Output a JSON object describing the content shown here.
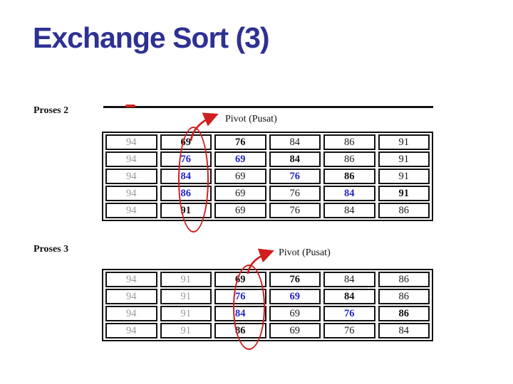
{
  "slide": {
    "title": "Exchange Sort (3)"
  },
  "colors": {
    "title_navy": "#2e3192",
    "annotation_red": "#cf1f1f",
    "number_black": "#1a1a1a",
    "number_blue": "#2424c8",
    "number_gray": "#9a9a9a",
    "border_black": "#111111",
    "background": "#ffffff"
  },
  "style_codes": {
    "g": "gray",
    "n": "black",
    "nb": "black-bold",
    "bb": "blue-bold"
  },
  "sections": [
    {
      "label": "Proses 2",
      "pivot_label": "Pivot (Pusat)",
      "pivot_column_index": 1,
      "rows": [
        [
          {
            "v": "94",
            "s": "g"
          },
          {
            "v": "69",
            "s": "nb"
          },
          {
            "v": "76",
            "s": "nb"
          },
          {
            "v": "84",
            "s": "n"
          },
          {
            "v": "86",
            "s": "n"
          },
          {
            "v": "91",
            "s": "n"
          }
        ],
        [
          {
            "v": "94",
            "s": "g"
          },
          {
            "v": "76",
            "s": "bb"
          },
          {
            "v": "69",
            "s": "bb"
          },
          {
            "v": "84",
            "s": "nb"
          },
          {
            "v": "86",
            "s": "n"
          },
          {
            "v": "91",
            "s": "n"
          }
        ],
        [
          {
            "v": "94",
            "s": "g"
          },
          {
            "v": "84",
            "s": "bb"
          },
          {
            "v": "69",
            "s": "n"
          },
          {
            "v": "76",
            "s": "bb"
          },
          {
            "v": "86",
            "s": "nb"
          },
          {
            "v": "91",
            "s": "n"
          }
        ],
        [
          {
            "v": "94",
            "s": "g"
          },
          {
            "v": "86",
            "s": "bb"
          },
          {
            "v": "69",
            "s": "n"
          },
          {
            "v": "76",
            "s": "n"
          },
          {
            "v": "84",
            "s": "bb"
          },
          {
            "v": "91",
            "s": "nb"
          }
        ],
        [
          {
            "v": "94",
            "s": "g"
          },
          {
            "v": "91",
            "s": "nb"
          },
          {
            "v": "69",
            "s": "n"
          },
          {
            "v": "76",
            "s": "n"
          },
          {
            "v": "84",
            "s": "n"
          },
          {
            "v": "86",
            "s": "n"
          }
        ]
      ]
    },
    {
      "label": "Proses 3",
      "pivot_label": "Pivot (Pusat)",
      "pivot_column_index": 2,
      "rows": [
        [
          {
            "v": "94",
            "s": "g"
          },
          {
            "v": "91",
            "s": "g"
          },
          {
            "v": "69",
            "s": "nb"
          },
          {
            "v": "76",
            "s": "nb"
          },
          {
            "v": "84",
            "s": "n"
          },
          {
            "v": "86",
            "s": "n"
          }
        ],
        [
          {
            "v": "94",
            "s": "g"
          },
          {
            "v": "91",
            "s": "g"
          },
          {
            "v": "76",
            "s": "bb"
          },
          {
            "v": "69",
            "s": "bb"
          },
          {
            "v": "84",
            "s": "nb"
          },
          {
            "v": "86",
            "s": "n"
          }
        ],
        [
          {
            "v": "94",
            "s": "g"
          },
          {
            "v": "91",
            "s": "g"
          },
          {
            "v": "84",
            "s": "bb"
          },
          {
            "v": "69",
            "s": "n"
          },
          {
            "v": "76",
            "s": "bb"
          },
          {
            "v": "86",
            "s": "nb"
          }
        ],
        [
          {
            "v": "94",
            "s": "g"
          },
          {
            "v": "91",
            "s": "g"
          },
          {
            "v": "86",
            "s": "nb"
          },
          {
            "v": "69",
            "s": "n"
          },
          {
            "v": "76",
            "s": "n"
          },
          {
            "v": "84",
            "s": "n"
          }
        ]
      ]
    }
  ]
}
